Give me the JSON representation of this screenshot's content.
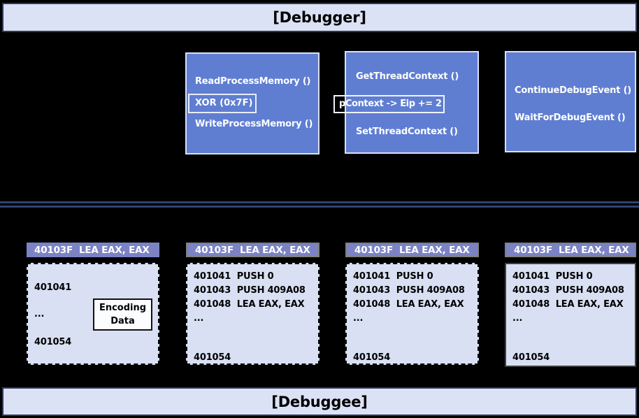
{
  "bars": {
    "debugger": "[Debugger]",
    "debuggee": "[Debuggee]"
  },
  "api_boxes": {
    "memory_patch": {
      "read": "ReadProcessMemory ()",
      "xor": "XOR (0x7F)",
      "write": "WriteProcessMemory ()"
    },
    "thread_context": {
      "get": "GetThreadContext ()",
      "eip": "pContext -> Eip += 2",
      "set": "SetThreadContext ()"
    },
    "debug_loop": {
      "continue_evt": "ContinueDebugEvent ()",
      "wait_evt": "WaitForDebugEvent ()"
    }
  },
  "memory_columns": [
    {
      "header": "40103F  LEA EAX, EAX",
      "lines": [
        "401041",
        "...",
        "401054"
      ],
      "encoding_box": {
        "line1": "Encoding",
        "line2": "Data"
      }
    },
    {
      "header": "40103F  LEA EAX, EAX",
      "lines": [
        "401041  PUSH 0",
        "401043  PUSH 409A08",
        "401048  LEA EAX, EAX",
        "...",
        "401054"
      ]
    },
    {
      "header": "40103F  LEA EAX, EAX",
      "lines": [
        "401041  PUSH 0",
        "401043  PUSH 409A08",
        "401048  LEA EAX, EAX",
        "...",
        "401054"
      ]
    },
    {
      "header": "40103F  LEA EAX, EAX",
      "lines": [
        "401041  PUSH 0",
        "401043  PUSH 409A08",
        "401048  LEA EAX, EAX",
        "...",
        "401054"
      ]
    }
  ],
  "colors": {
    "background": "#000000",
    "api_box_fill": "#5F7ED2",
    "api_box_border": "#D9E1F7",
    "column_header_fill": "#7B83C4",
    "memory_panel_fill": "#D9E0F3",
    "title_bar_fill": "#DCE2F5",
    "divider_navy": "#2E4372"
  }
}
